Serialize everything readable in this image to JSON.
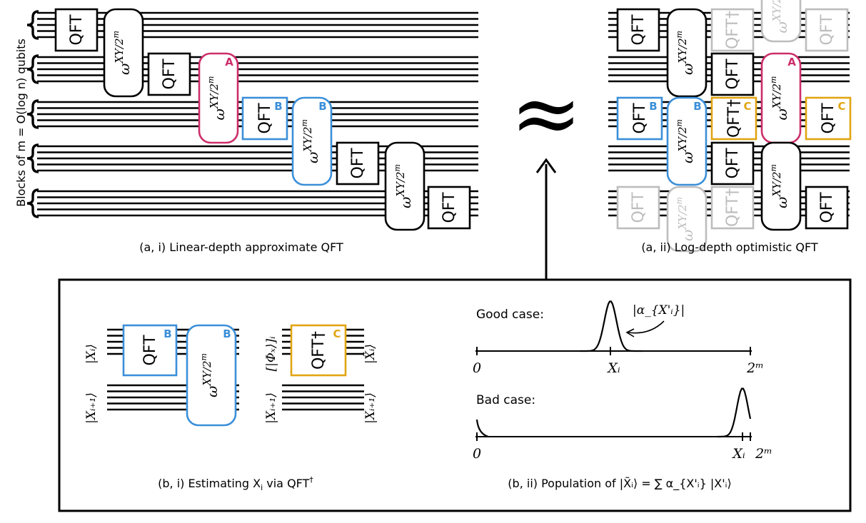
{
  "colors": {
    "ink": "#000000",
    "blue": "#3b8fd9",
    "magenta": "#cc2e6a",
    "orange": "#e1a512",
    "faded": "#bdbdbd"
  },
  "gates": {
    "qft": "QFT",
    "qft_dagger": "QFT†",
    "phase_base": "ω",
    "phase_exp": "XY/2",
    "phase_exp_sup": "m"
  },
  "tags": {
    "a": "A",
    "b": "B",
    "c": "C"
  },
  "panel_a1": {
    "side_label": "Blocks of m = O(log n) qubits",
    "caption": "(a, i) Linear-depth approximate QFT"
  },
  "panel_a2": {
    "caption": "(a, ii) Log-depth optimistic QFT",
    "faded_partial_top": "ω XY",
    "faded_partial_bottom": "Y/2ᵐ"
  },
  "approx_symbol": "≈",
  "panel_b1": {
    "caption_prefix": "(b, i) Estimating X",
    "caption_sub": "i",
    "caption_suffix": " via QFT",
    "caption_sup": "†",
    "kets": {
      "xi": "|Xᵢ⟩",
      "xi1": "|Xᵢ₊₁⟩",
      "phi": "[|Φₓ⟩]ᵢ",
      "xi_tilde": "|X̃ᵢ⟩"
    }
  },
  "panel_b2": {
    "good_label": "Good case:",
    "bad_label": "Bad case:",
    "amp_label": "|α_{X'ᵢ}|",
    "axis_zero": "0",
    "axis_xi": "Xᵢ",
    "axis_max": "2ᵐ",
    "caption": "(b, ii) Population of |X̃ᵢ⟩ = ∑ α_{X'ᵢ} |X'ᵢ⟩"
  }
}
